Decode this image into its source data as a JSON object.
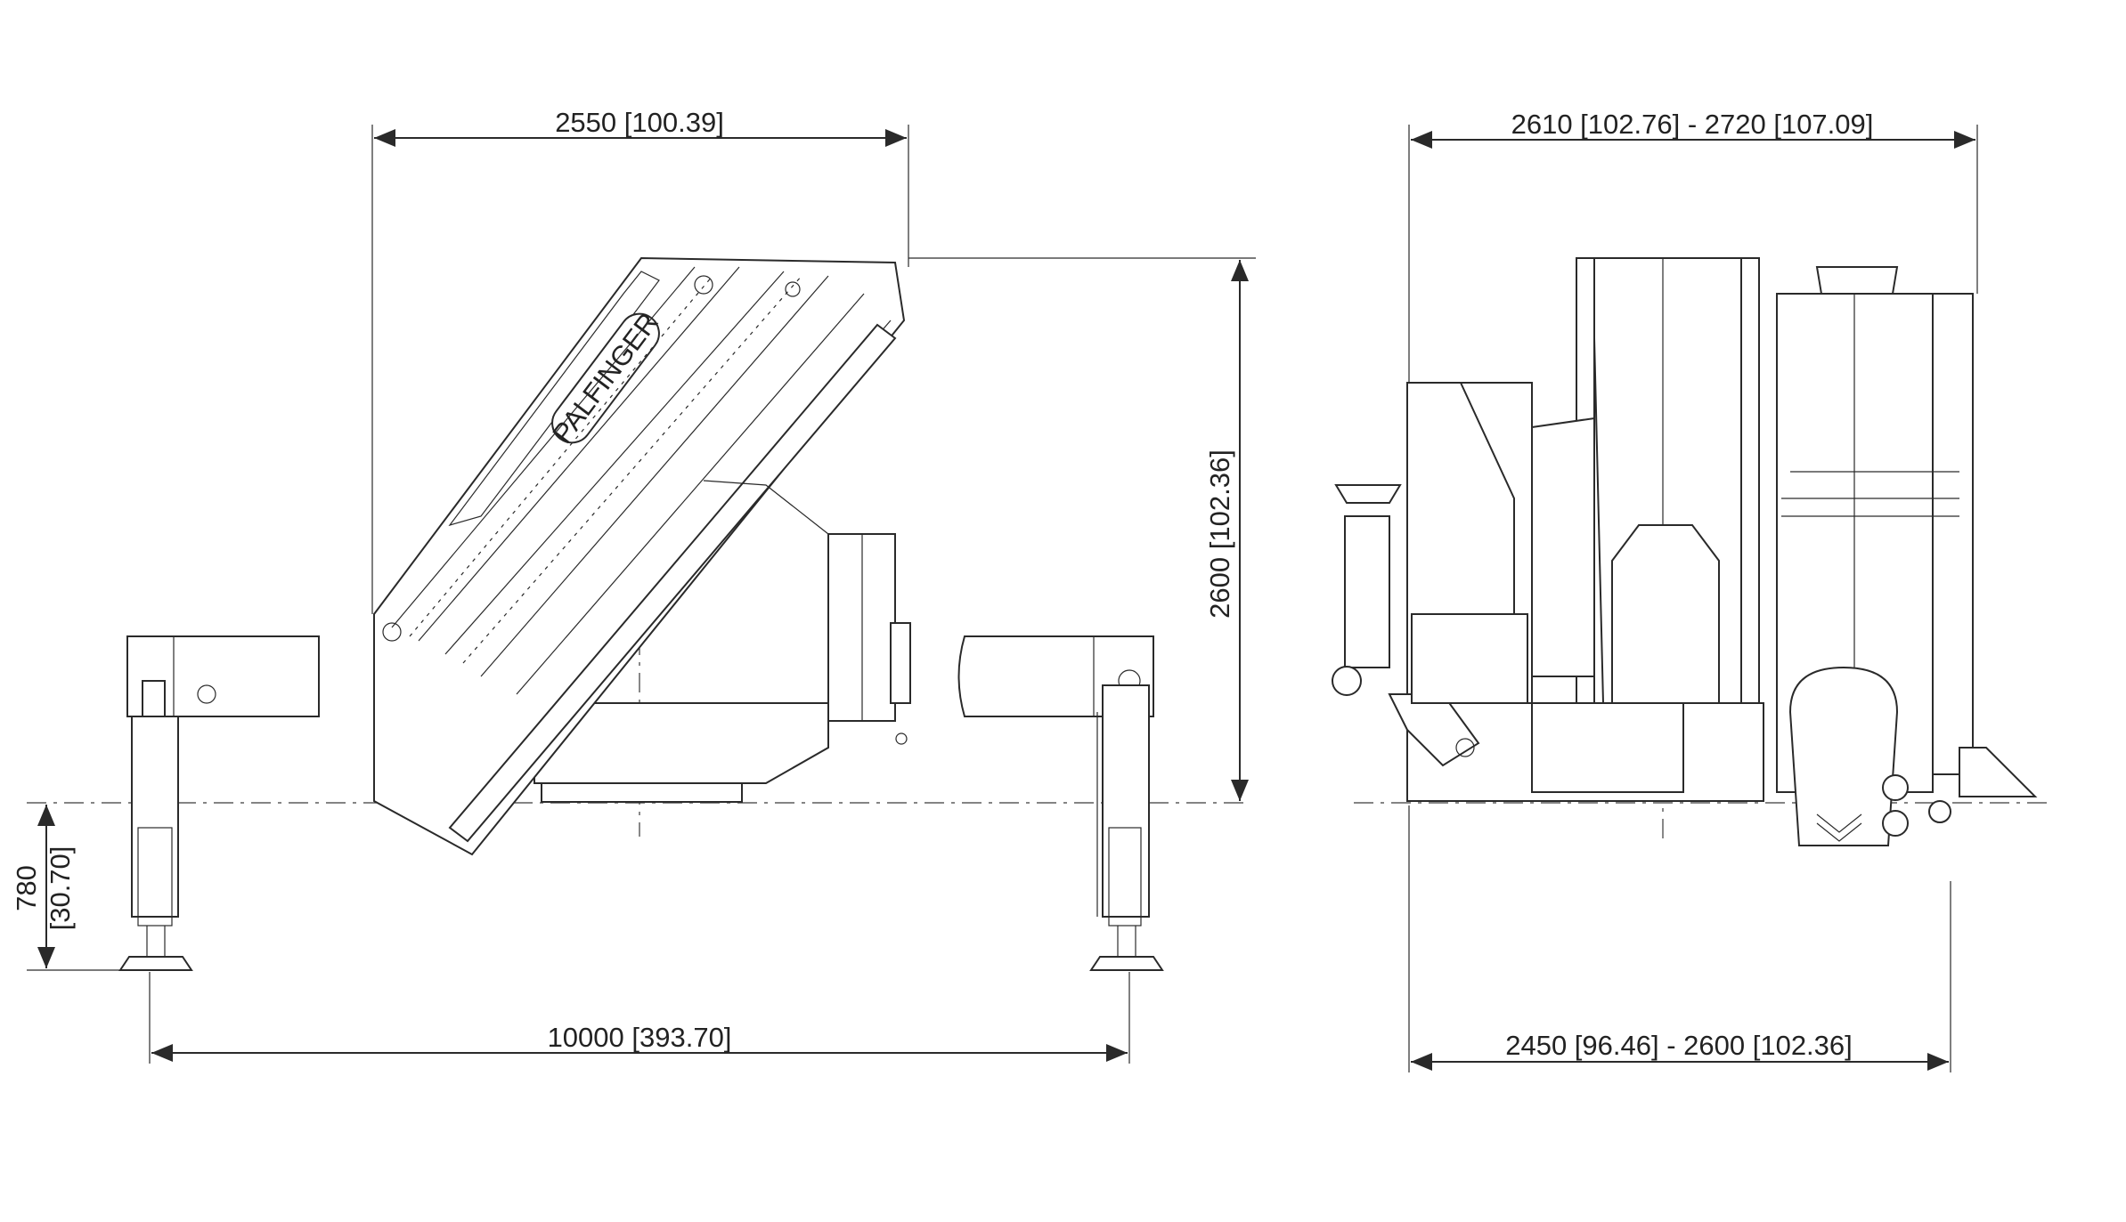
{
  "dimensions": {
    "side_width": "2550   [100.39]",
    "front_width": "2610   [102.76]   -   2720   [107.09]",
    "height": "2600   [102.36]",
    "outrigger_depth_mm": "780",
    "outrigger_depth_in": "[30.70]",
    "outrigger_span": "10000   [393.70]",
    "base_width": "2450   [96.46]   -   2600   [102.36]"
  },
  "branding": {
    "logo_text": "PALFINGER"
  },
  "colors": {
    "line": "#2a2a2a",
    "background": "#ffffff"
  }
}
